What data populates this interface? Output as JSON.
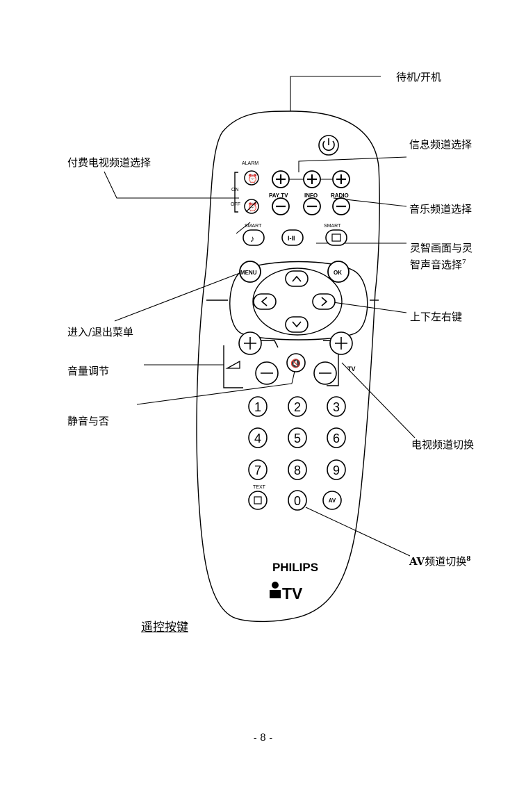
{
  "labels": {
    "power": "待机/开机",
    "info_channel": "信息频道选择",
    "pay_tv_channel": "付费电视频道选择",
    "music_channel": "音乐频道选择",
    "smart_picture_sound_line1": "灵智画面与灵",
    "smart_picture_sound_line2": "智声音选择",
    "smart_footnote": "7",
    "arrow_keys": "上下左右键",
    "menu": "进入/退出菜单",
    "volume": "音量调节",
    "mute": "静音与否",
    "tv_channel": "电视频道切换",
    "av_channel_prefix": "AV",
    "av_channel_text": "频道切换",
    "av_footnote": "8"
  },
  "remote": {
    "alarm": "ALARM",
    "on": "ON",
    "off": "OFF",
    "pay_tv": "PAY TV",
    "info": "INFO",
    "radio": "RADIO",
    "smart_left": "SMART",
    "smart_right": "SMART",
    "i_ii": "I-II",
    "menu": "MENU",
    "ok": "OK",
    "tv": "TV",
    "text": "TEXT",
    "av": "AV",
    "digits": [
      "1",
      "2",
      "3",
      "4",
      "5",
      "6",
      "7",
      "8",
      "9",
      "0"
    ],
    "brand": "PHILIPS",
    "brand_tv": "TV"
  },
  "caption": "遥控按键",
  "page_number": "- 8 -"
}
